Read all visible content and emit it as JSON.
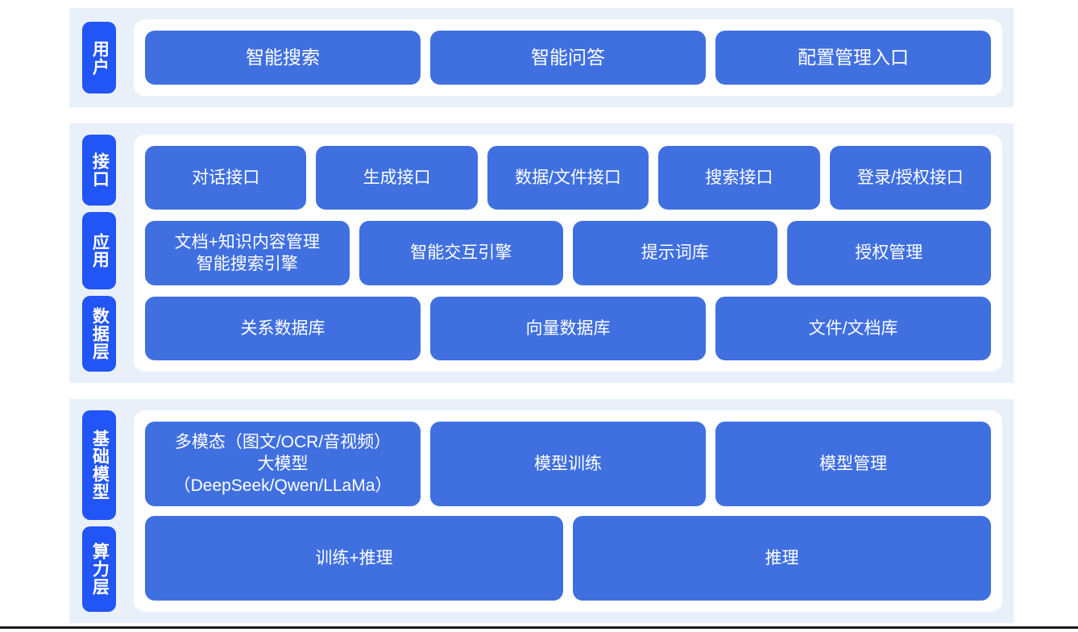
{
  "colors": {
    "band_background": "#eaf0f9",
    "panel_background": "#ffffff",
    "tab_blue": "#2255f5",
    "box_blue": "#4070e0",
    "box_text": "#ffffff",
    "bottom_rule": "#1b1b1b"
  },
  "sections": [
    {
      "id": "user",
      "tabs": [
        {
          "label": "用户"
        }
      ],
      "rows": [
        {
          "id": "user-entries",
          "boxes": [
            {
              "label": "智能搜索"
            },
            {
              "label": "智能问答"
            },
            {
              "label": "配置管理入口"
            }
          ]
        }
      ]
    },
    {
      "id": "middle",
      "tabs": [
        {
          "label": "接口"
        },
        {
          "label": "应用"
        },
        {
          "label": "数据层"
        }
      ],
      "rows": [
        {
          "id": "interface",
          "boxes": [
            {
              "label": "对话接口"
            },
            {
              "label": "生成接口"
            },
            {
              "label": "数据/文件接口"
            },
            {
              "label": "搜索接口"
            },
            {
              "label": "登录/授权接口"
            }
          ]
        },
        {
          "id": "application",
          "boxes": [
            {
              "label": "文档+知识内容管理\n智能搜索引擎"
            },
            {
              "label": "智能交互引擎"
            },
            {
              "label": "提示词库"
            },
            {
              "label": "授权管理"
            }
          ]
        },
        {
          "id": "data",
          "boxes": [
            {
              "label": "关系数据库"
            },
            {
              "label": "向量数据库"
            },
            {
              "label": "文件/文档库"
            }
          ]
        }
      ]
    },
    {
      "id": "base",
      "tabs": [
        {
          "label": "基础模型"
        },
        {
          "label": "算力层"
        }
      ],
      "rows": [
        {
          "id": "model",
          "boxes": [
            {
              "label": "多模态（图文/OCR/音视频）\n大模型（DeepSeek/Qwen/LLaMa）"
            },
            {
              "label": "模型训练"
            },
            {
              "label": "模型管理"
            }
          ]
        },
        {
          "id": "compute",
          "boxes": [
            {
              "label": "训练+推理"
            },
            {
              "label": "推理"
            }
          ]
        }
      ]
    }
  ]
}
